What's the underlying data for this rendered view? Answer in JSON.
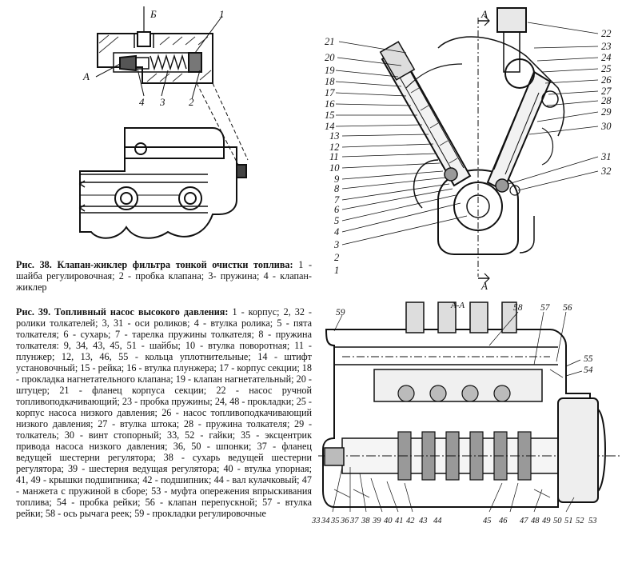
{
  "fig38": {
    "caption_title": "Рис. 38. Клапан-жиклер фильтра тонкой очистки топлива:",
    "caption_body": "1 - шайба регулировочная; 2 - пробка клапана; 3- пружина; 4 - клапан-жиклер",
    "labels": {
      "b": "Б",
      "a": "А",
      "n1": "1",
      "n2": "2",
      "n3": "3",
      "n4": "4"
    }
  },
  "fig39": {
    "caption_title": "Рис. 39. Топливный насос высокого давления:",
    "caption_body": "1 - корпус; 2, 32 - ролики толкателей; 3, 31 - оси роликов; 4 - втулка ролика; 5 - пята толкателя; 6 - сухарь; 7 - тарелка пружины толкателя; 8 - пружина толкателя: 9, 34, 43, 45, 51 - шайбы; 10 - втулка поворотная; 11 - плунжер; 12, 13, 46, 55 - кольца уплотнительные; 14 - штифт установочный; 15 - рейка; 16 - втулка плунжера; 17 - корпус секции; 18 - прокладка нагнетательного клапана; 19 - клапан нагнетательный; 20 - штуцер; 21 - фланец корпуса секции; 22 - насос ручной топливоподкачивающий; 23 - пробка пружины; 24, 48 - прокладки; 25 - корпус насоса низкого давления; 26 - насос топливоподкачивающий низкого давления; 27 - втулка штока; 28 - пружина толкателя; 29 - толкатель; 30 - винт стопорный; 33, 52 - гайки; 35 - эксцентрик привода насоса низкого давления; 36, 50 - шпонки; 37 - фланец ведущей шестерни регулятора; 38 - сухарь ведущей шестерни регулятора; 39 - шестерня ведущая регулятора; 40 - втулка упорная; 41, 49 - крышки подшипника; 42 - подшипник; 44 - вал кулачковый; 47 - манжета с пружиной в сборе; 53 - муфта опережения впрыскивания топлива; 54 - пробка рейки; 56 - клапан перепускной; 57 - втулка рейки; 58 - ось рычага реек; 59 - прокладки регулировочные",
    "section_mark": "А",
    "section_title": "А-А",
    "left_numbers": [
      "21",
      "20",
      "19",
      "18",
      "17",
      "16",
      "15",
      "14",
      "13",
      "12",
      "11",
      "10",
      "9",
      "8",
      "7",
      "6",
      "5",
      "4",
      "3",
      "2",
      "1"
    ],
    "right_numbers": [
      "22",
      "23",
      "24",
      "25",
      "26",
      "27",
      "28",
      "29",
      "30",
      "31",
      "32"
    ],
    "bottom_view_top_labels": [
      "59",
      "58",
      "57",
      "56",
      "55",
      "54"
    ],
    "bottom_view_numbers_left": [
      "33",
      "34",
      "35",
      "36",
      "37",
      "38",
      "39",
      "40",
      "41",
      "42",
      "43",
      "44"
    ],
    "bottom_view_numbers_right": [
      "45",
      "46",
      "47",
      "48",
      "49",
      "50",
      "51",
      "52",
      "53"
    ]
  }
}
